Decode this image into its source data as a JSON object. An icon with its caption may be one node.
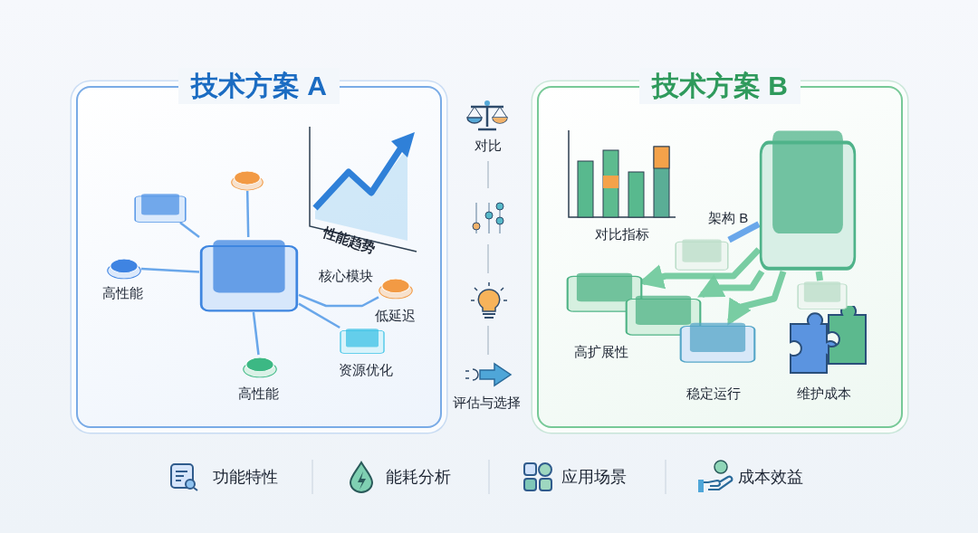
{
  "diagram": {
    "nodes": [
      {
        "text": [
          "技术方案 A"
        ]
      },
      {
        "text": [],
        "shape": "box",
        "in": 0
      },
      {
        "text": [],
        "shape": "circle",
        "in": 0
      },
      {
        "text": [],
        "shape": "box",
        "in": 0
      },
      {
        "text": [],
        "shape": "circle",
        "in": 0,
        "beside": [
          "高性能"
        ]
      },
      {
        "text": [],
        "shape": "circle",
        "in": 0,
        "beside": [
          "低延迟"
        ]
      },
      {
        "text": [],
        "shape": "circle",
        "in": 0,
        "beside": [
          "高性能"
        ]
      },
      {
        "text": [],
        "shape": "box",
        "in": 0,
        "beside": [
          "资源优化"
        ]
      },
      {
        "text": [
          "技术方案 B"
        ]
      },
      {
        "text": [],
        "shape": "box",
        "in": 8,
        "beside": [
          "架构 B"
        ]
      },
      {
        "text": [],
        "shape": "box",
        "in": 8
      },
      {
        "text": [],
        "shape": "box",
        "in": 8
      },
      {
        "text": [],
        "shape": "box",
        "in": 8
      },
      {
        "text": [],
        "shape": "box",
        "in": 8,
        "beside": [
          "稳定运行"
        ]
      },
      {
        "text": [],
        "shape": "box",
        "in": 8
      }
    ],
    "edges": [
      {
        "from": 3,
        "to": 1,
        "arrow": "none"
      },
      {
        "from": 3,
        "to": 2,
        "arrow": "none"
      },
      {
        "from": 3,
        "to": 4,
        "arrow": "none"
      },
      {
        "from": 3,
        "to": 5,
        "arrow": "none"
      },
      {
        "from": 3,
        "to": 6,
        "arrow": "none"
      },
      {
        "from": 3,
        "to": 7,
        "arrow": "none"
      },
      {
        "from": 9,
        "to": 10,
        "arrow": "none",
        "style": "thick"
      },
      {
        "from": 9,
        "to": 11,
        "arrow": "to",
        "style": "thick",
        "color": "#6cc99a"
      },
      {
        "from": 9,
        "to": 12,
        "arrow": "to",
        "style": "thick",
        "color": "#6cc99a"
      },
      {
        "from": 9,
        "to": 13,
        "arrow": "to",
        "style": "thick",
        "color": "#6cc99a"
      },
      {
        "from": 9,
        "to": 14,
        "arrow": "none",
        "style": "thick",
        "color": "#6cc99a"
      }
    ],
    "labels": [
      "性能趋势",
      "核心模块",
      "对比",
      "评估与选择",
      "对比指标",
      "高扩展性",
      "维护成本",
      "功能特性",
      "能耗分析",
      "应用场景",
      "成本效益"
    ]
  }
}
